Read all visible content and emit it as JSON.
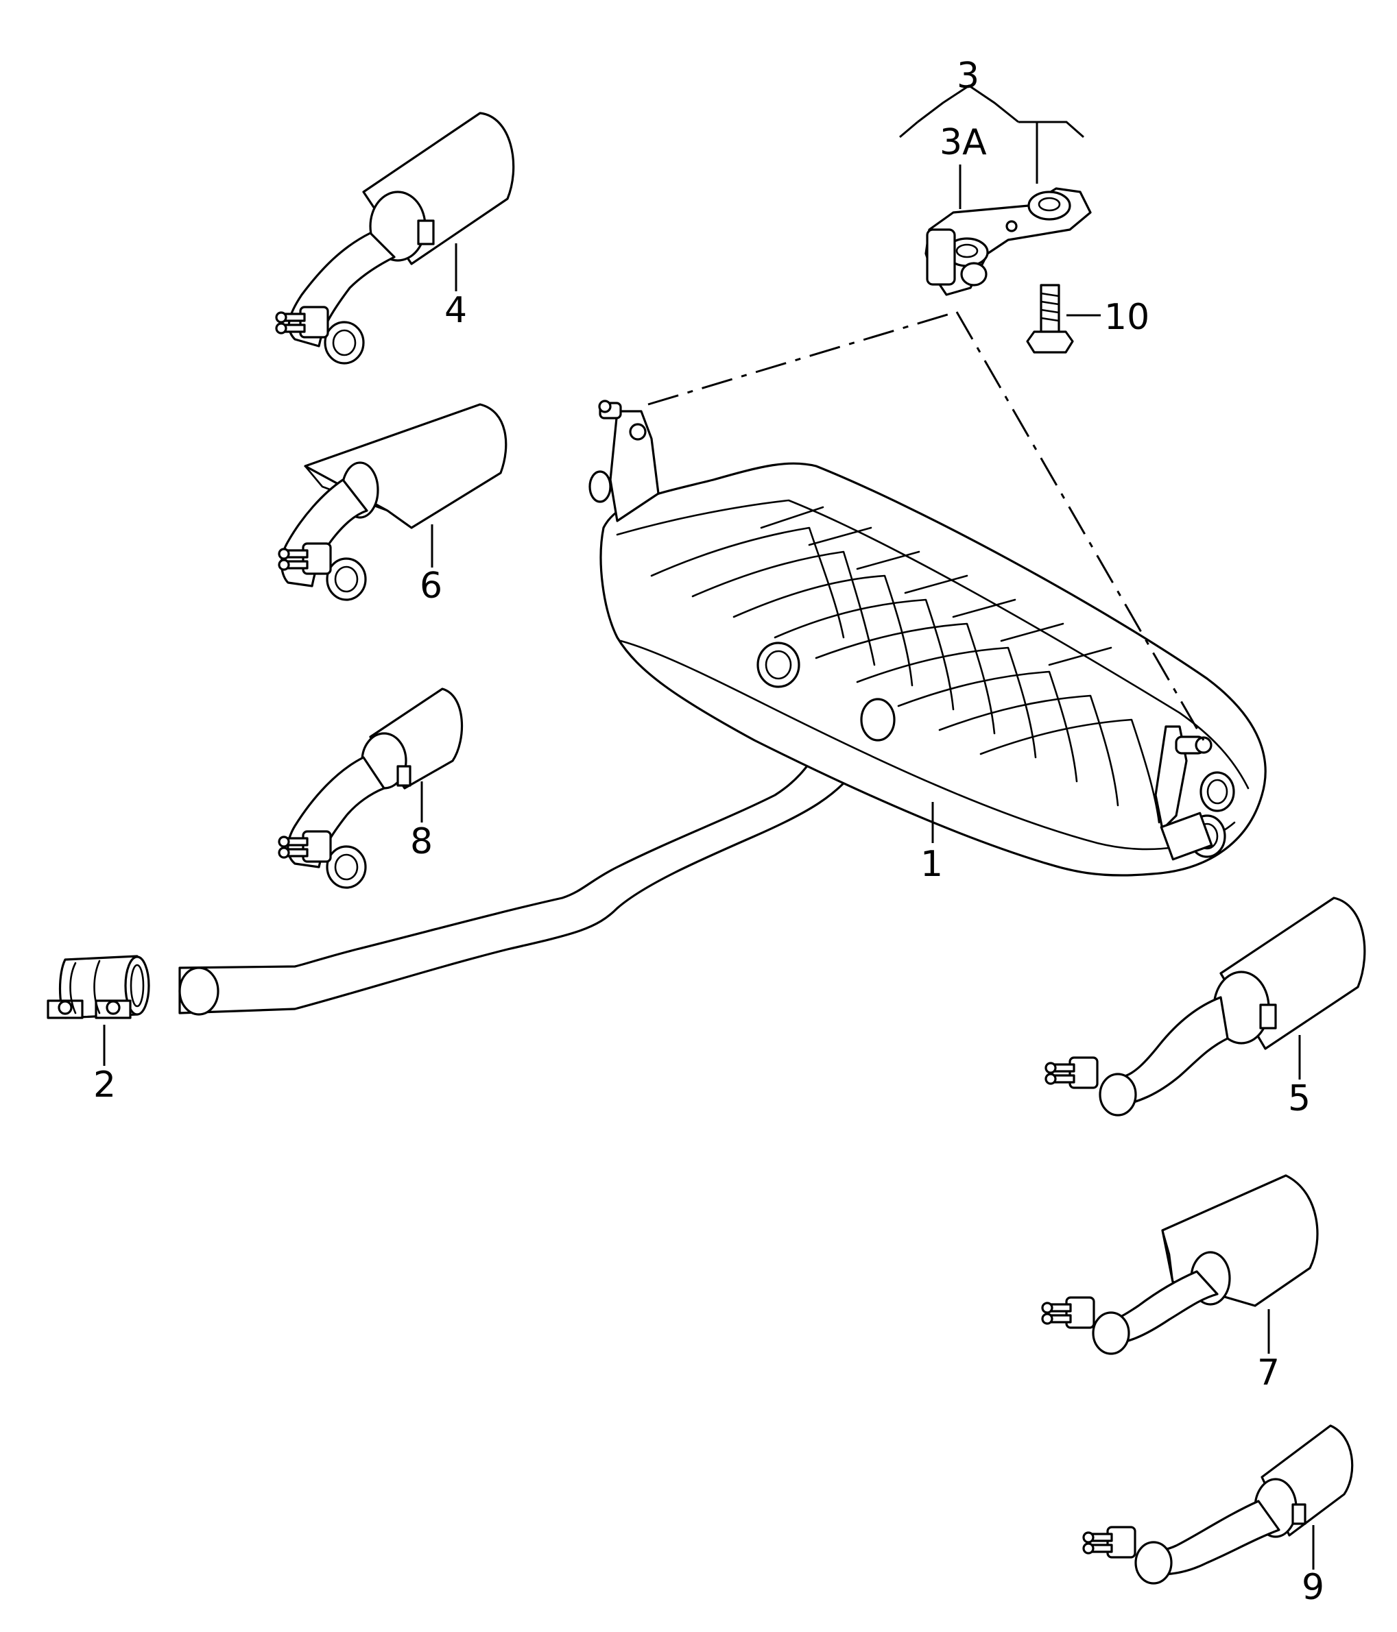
{
  "diagram": {
    "callouts": {
      "c1": "1",
      "c2": "2",
      "c3": "3",
      "c3a": "3A",
      "c4": "4",
      "c5": "5",
      "c6": "6",
      "c7": "7",
      "c8": "8",
      "c9": "9",
      "c10": "10"
    }
  }
}
